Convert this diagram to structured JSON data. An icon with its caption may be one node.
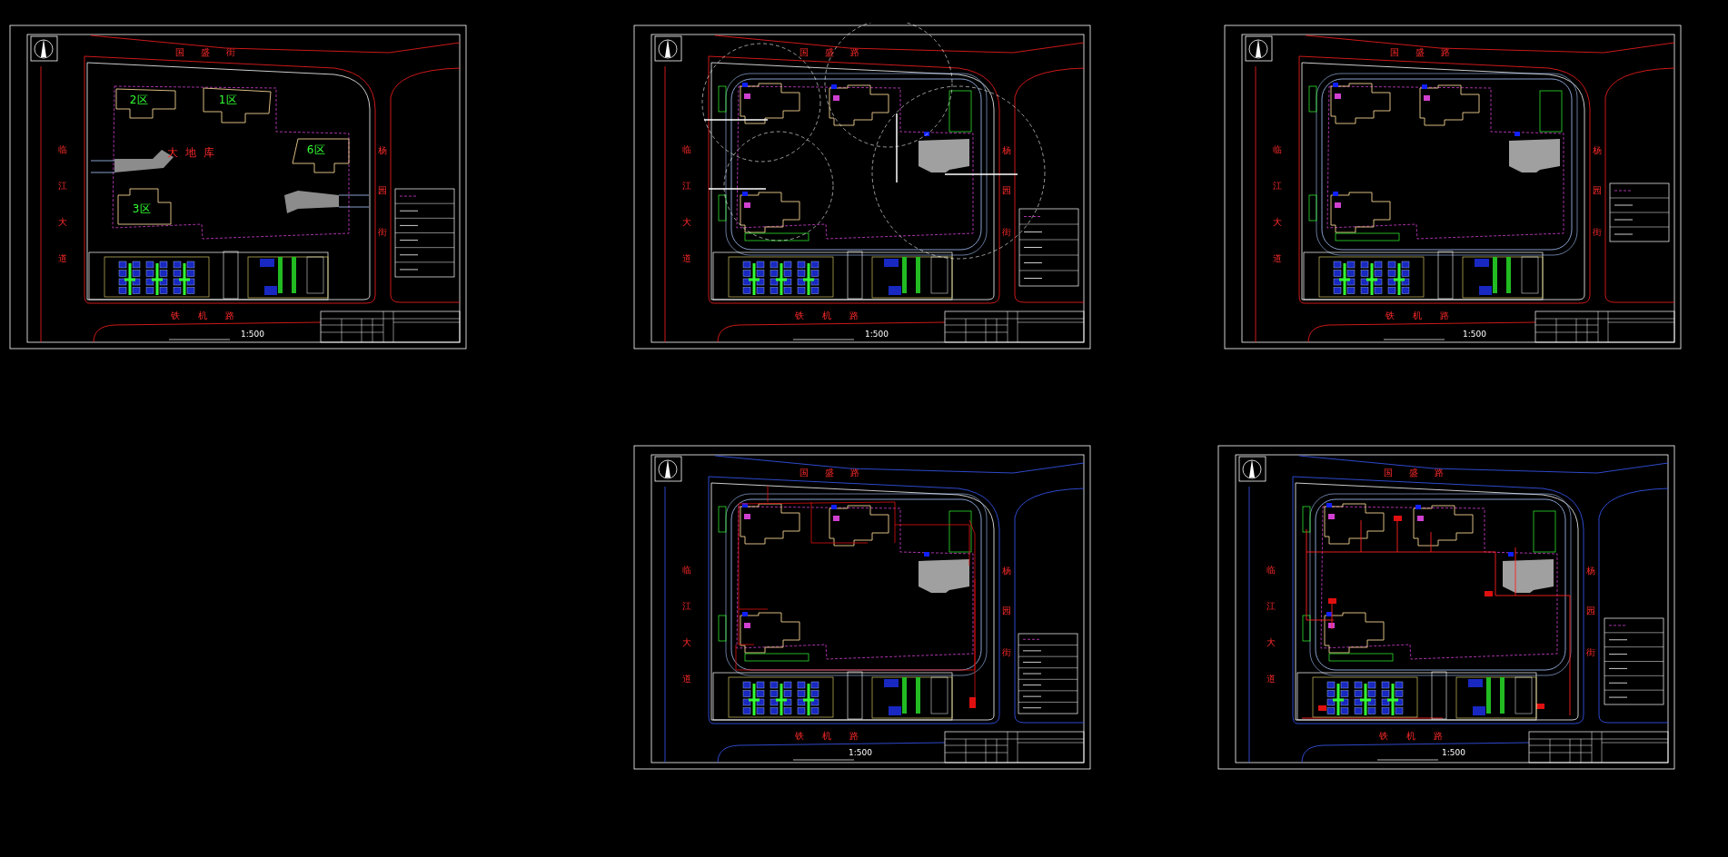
{
  "diagram": {
    "labels": [
      "国盛街",
      "2区",
      "1区",
      "临江大道",
      "大地库",
      "6区",
      "杨园街",
      "3区",
      "铁机路",
      "1:500",
      "国盛路",
      "临江大道",
      "杨园街",
      "铁机路",
      "1:500",
      "国盛路",
      "临江大道",
      "杨园街",
      "铁机路",
      "1:500",
      "国盛路",
      "临江大道",
      "杨园街",
      "铁机路",
      "1:500",
      "国盛路",
      "临江大道",
      "杨园街",
      "铁机路",
      "1:500"
    ]
  }
}
